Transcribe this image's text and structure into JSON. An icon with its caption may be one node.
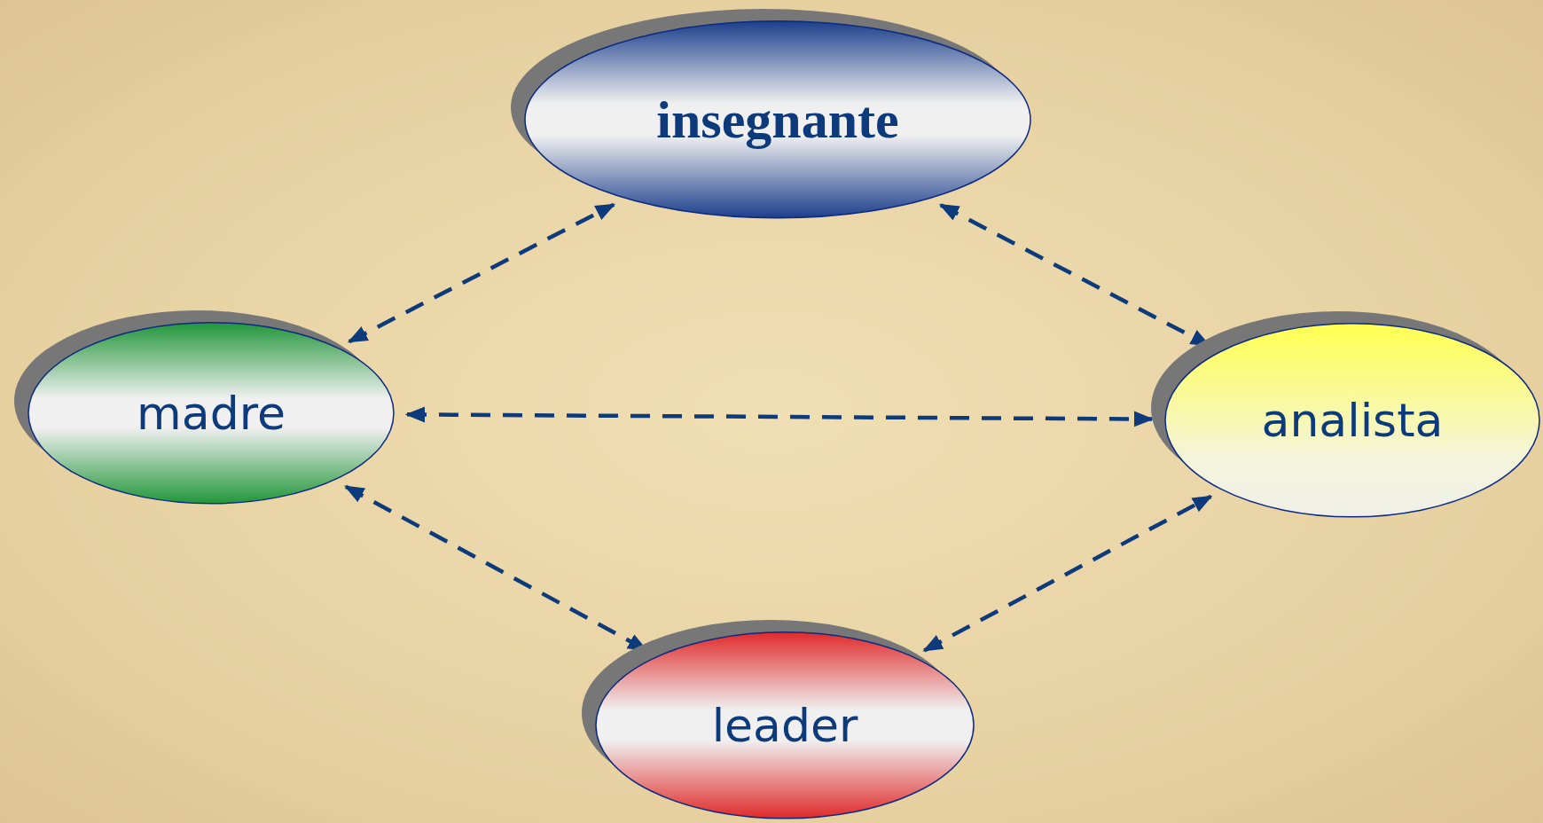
{
  "diagram": {
    "nodes": [
      {
        "text": [
          "insegnante"
        ]
      },
      {
        "text": [
          "madre"
        ]
      },
      {
        "text": [
          "analista"
        ]
      },
      {
        "text": [
          "leader"
        ]
      }
    ],
    "edges": [
      {
        "from": 1,
        "to": 0,
        "arrow": "both",
        "style": "dashed"
      },
      {
        "from": 0,
        "to": 2,
        "arrow": "both",
        "style": "dashed"
      },
      {
        "from": 1,
        "to": 2,
        "arrow": "both",
        "style": "dashed"
      },
      {
        "from": 1,
        "to": 3,
        "arrow": "both",
        "style": "dashed"
      },
      {
        "from": 3,
        "to": 2,
        "arrow": "both",
        "style": "dashed"
      }
    ]
  }
}
